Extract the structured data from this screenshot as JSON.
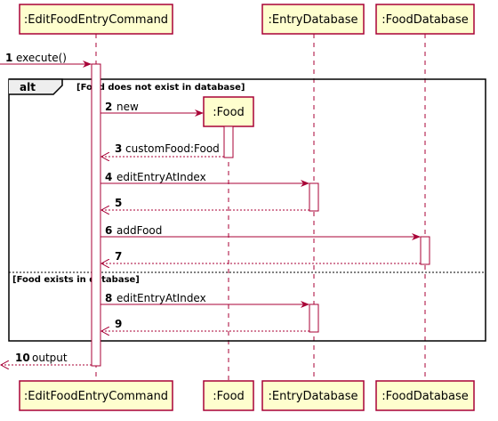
{
  "colors": {
    "participant_fill": "#FEFECE",
    "line": "#A80036",
    "activation_fill": "#FFFFFF"
  },
  "participants": {
    "command": ":EditFoodEntryCommand",
    "food": ":Food",
    "entry_db": ":EntryDatabase",
    "food_db": ":FoodDatabase"
  },
  "fragment": {
    "keyword": "alt",
    "guard1": "[Food does not exist in database]",
    "guard2": "[Food exists in database]"
  },
  "messages": [
    {
      "num": "1",
      "label": "execute()"
    },
    {
      "num": "2",
      "label": "new"
    },
    {
      "num": "3",
      "label": "customFood:Food"
    },
    {
      "num": "4",
      "label": "editEntryAtIndex"
    },
    {
      "num": "5",
      "label": ""
    },
    {
      "num": "6",
      "label": "addFood"
    },
    {
      "num": "7",
      "label": ""
    },
    {
      "num": "8",
      "label": "editEntryAtIndex"
    },
    {
      "num": "9",
      "label": ""
    },
    {
      "num": "10",
      "label": "output"
    }
  ]
}
